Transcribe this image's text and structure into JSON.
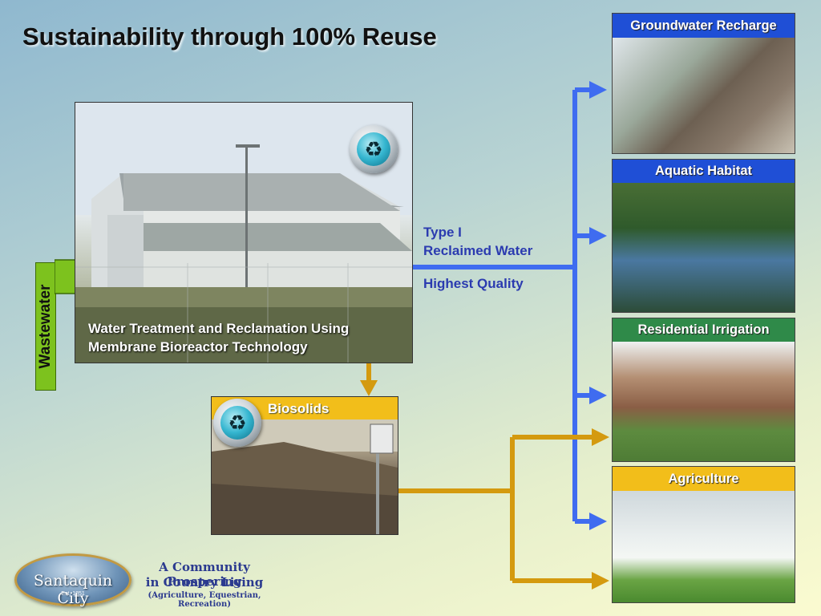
{
  "title": "Sustainability through 100% Reuse",
  "plant": {
    "caption_line1": "Water Treatment and Reclamation Using",
    "caption_line2": "Membrane Bioreactor Technology",
    "recycle_icon": "recycle-icon"
  },
  "input": {
    "label": "Wastewater"
  },
  "water": {
    "type_line1": "Type I",
    "type_line2": "Reclaimed Water",
    "quality": "Highest Quality"
  },
  "biosolids": {
    "label": "Biosolids"
  },
  "outputs": [
    {
      "label": "Groundwater Recharge"
    },
    {
      "label": "Aquatic Habitat"
    },
    {
      "label": "Residential Irrigation"
    },
    {
      "label": "Agriculture"
    }
  ],
  "footer": {
    "logo_name": "Santaquin City",
    "logo_est": "Est. 1851",
    "tagline1": "A Community Prospering",
    "tagline2": "in Country Living",
    "tagline3": "(Agriculture, Equestrian, Recreation)"
  },
  "colors": {
    "water_line": "#3f6cf0",
    "biosolids_line": "#d49a0f",
    "wastewater_arrow": "#7dc21e",
    "text_blue": "#2b3bb0"
  }
}
